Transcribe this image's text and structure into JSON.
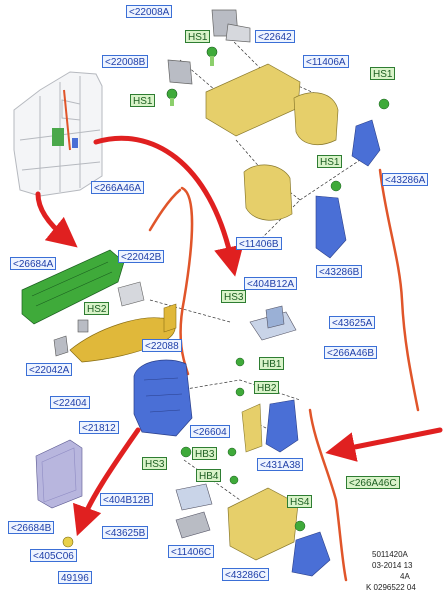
{
  "labels": {
    "l22008A_top": "<22008A",
    "hs1_top": "HS1",
    "l22642": "<22642",
    "l22008B": "<22008B",
    "l11406A": "<11406A",
    "hs1_right": "HS1",
    "hs1_left": "HS1",
    "hs1_mid": "HS1",
    "l43286A": "<43286A",
    "l266A46A": "<266A46A",
    "l11406B": "<11406B",
    "l26684A": "<26684A",
    "l22042B": "<22042B",
    "l43286B": "<43286B",
    "l404B12A": "<404B12A",
    "hs3_top": "HS3",
    "hs2": "HS2",
    "l43625A": "<43625A",
    "l22088": "<22088",
    "l266A46B": "<266A46B",
    "l22042A": "<22042A",
    "hb1": "HB1",
    "hb2": "HB2",
    "l22404": "<22404",
    "l21812": "<21812",
    "l26604": "<26604",
    "hs3_bottom": "HS3",
    "hb3": "HB3",
    "l431A38": "<431A38",
    "hb4": "HB4",
    "l266A46C": "<266A46C",
    "l404B12B": "<404B12B",
    "hs4": "HS4",
    "l43625B": "<43625B",
    "l26684B": "<26684B",
    "l11406C": "<11406C",
    "l43286C": "<43286C",
    "l405C06": "<405C06",
    "l49196": "49196"
  },
  "reference": {
    "code": "5011420A",
    "date": "03-2014 13",
    "rev": "4A",
    "doc": "K 0296522 04"
  },
  "colors": {
    "label_blue_border": "#3b6fd6",
    "label_blue_fill": "#eef4ff",
    "label_green_fill": "#d9f3c9",
    "arrow_red": "#e02020",
    "cable_orange": "#e0552a",
    "part_yellow": "#e6cf6a",
    "part_blue": "#4a6fd6",
    "part_green": "#3faa3a",
    "part_grey": "#b9bcc4",
    "part_lilac": "#b8b6de"
  }
}
